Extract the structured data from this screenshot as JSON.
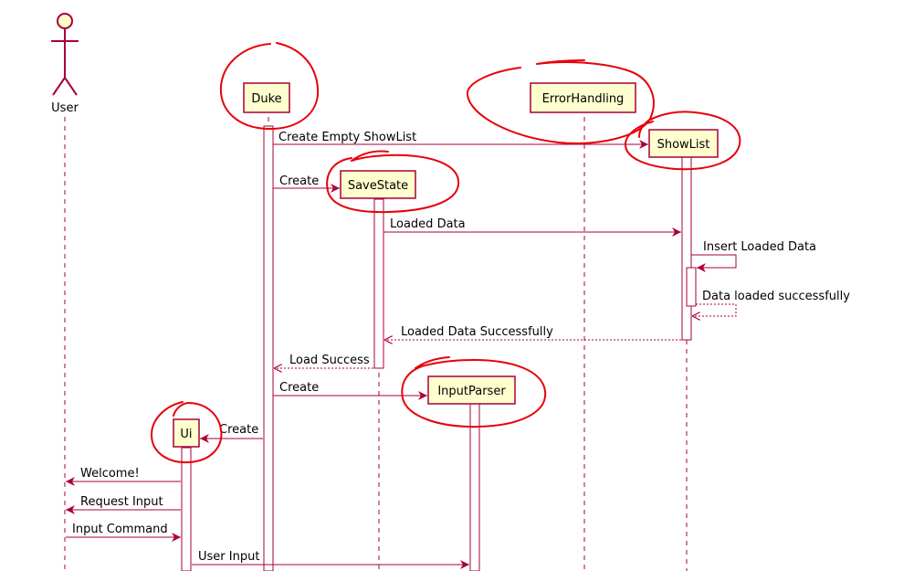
{
  "colors": {
    "arrow": "#A80036",
    "participant_fill": "#FEFECE",
    "participant_border": "#A80036",
    "lifeline": "#A80036",
    "annotation": "#E8000A",
    "background": "#FFFFFF"
  },
  "actor": {
    "label": "User",
    "icon": "stick-figure-icon"
  },
  "participants": [
    {
      "id": "duke",
      "label": "Duke"
    },
    {
      "id": "errorhandling",
      "label": "ErrorHandling"
    },
    {
      "id": "showlist",
      "label": "ShowList"
    },
    {
      "id": "savestate",
      "label": "SaveState"
    },
    {
      "id": "inputparser",
      "label": "InputParser"
    },
    {
      "id": "ui",
      "label": "Ui"
    }
  ],
  "messages": [
    {
      "id": "m1",
      "label": "Create Empty ShowList",
      "from": "duke",
      "to": "showlist",
      "style": "solid"
    },
    {
      "id": "m2",
      "label": "Create",
      "from": "duke",
      "to": "savestate",
      "style": "solid"
    },
    {
      "id": "m3",
      "label": "Loaded Data",
      "from": "savestate",
      "to": "showlist",
      "style": "solid"
    },
    {
      "id": "m4",
      "label": "Insert Loaded Data",
      "from": "showlist",
      "to": "showlist",
      "style": "solid"
    },
    {
      "id": "m5",
      "label": "Data loaded successfully",
      "from": "showlist",
      "to": "showlist",
      "style": "dashed"
    },
    {
      "id": "m6",
      "label": "Loaded Data Successfully",
      "from": "showlist",
      "to": "savestate",
      "style": "dashed"
    },
    {
      "id": "m7",
      "label": "Load Success",
      "from": "savestate",
      "to": "duke",
      "style": "dashed"
    },
    {
      "id": "m8",
      "label": "Create",
      "from": "duke",
      "to": "inputparser",
      "style": "solid"
    },
    {
      "id": "m9",
      "label": "Create",
      "from": "duke",
      "to": "ui",
      "style": "solid"
    },
    {
      "id": "m10",
      "label": "Welcome!",
      "from": "ui",
      "to": "user",
      "style": "solid"
    },
    {
      "id": "m11",
      "label": "Request Input",
      "from": "ui",
      "to": "user",
      "style": "solid"
    },
    {
      "id": "m12",
      "label": "Input Command",
      "from": "user",
      "to": "ui",
      "style": "solid"
    },
    {
      "id": "m13",
      "label": "User Input",
      "from": "ui",
      "to": "inputparser",
      "style": "solid"
    }
  ]
}
